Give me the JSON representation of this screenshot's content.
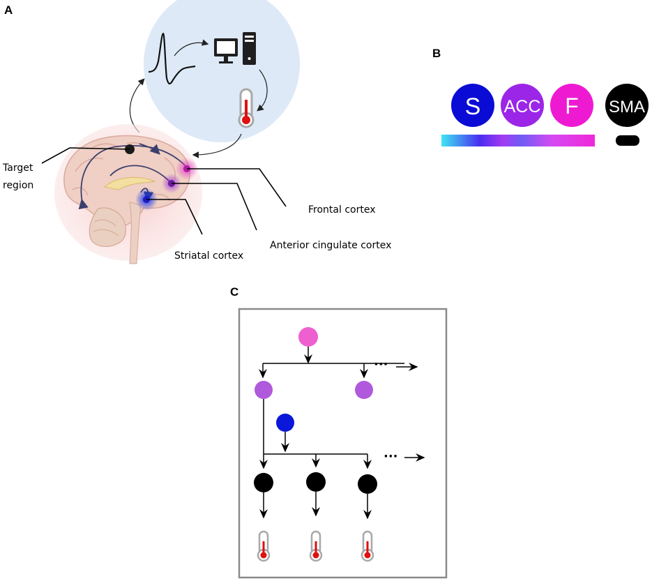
{
  "panels": {
    "a": "A",
    "b": "B",
    "c": "C"
  },
  "panel_a": {
    "target_region": [
      "Target",
      "region"
    ],
    "frontal_cortex": "Frontal cortex",
    "anterior_cingulate_cortex": "Anterior cingulate cortex",
    "striatal_cortex": "Striatal cortex",
    "icons": [
      "brain-sagittal-icon",
      "waveform-icon",
      "monitor-icon",
      "computer-tower-icon",
      "thermometer-icon"
    ]
  },
  "panel_b": {
    "nodes": [
      {
        "label": "S",
        "color": "#0b0bd6"
      },
      {
        "label": "ACC",
        "color": "#9b26e8"
      },
      {
        "label": "F",
        "color": "#ee1ad2"
      },
      {
        "label": "SMA",
        "color": "#000000"
      }
    ],
    "gradient_colors": [
      "#3ee6f2",
      "#4a2df0",
      "#a23bf2",
      "#6f5cf5",
      "#d44af2",
      "#f028d8"
    ]
  },
  "panel_c": {
    "colors": {
      "frontal": "#ee5fd0",
      "acc": "#b159dc",
      "striatal": "#0b18d9",
      "sma": "#000000",
      "thermometer_fill": "#e01010"
    },
    "ellipsis": "···"
  }
}
